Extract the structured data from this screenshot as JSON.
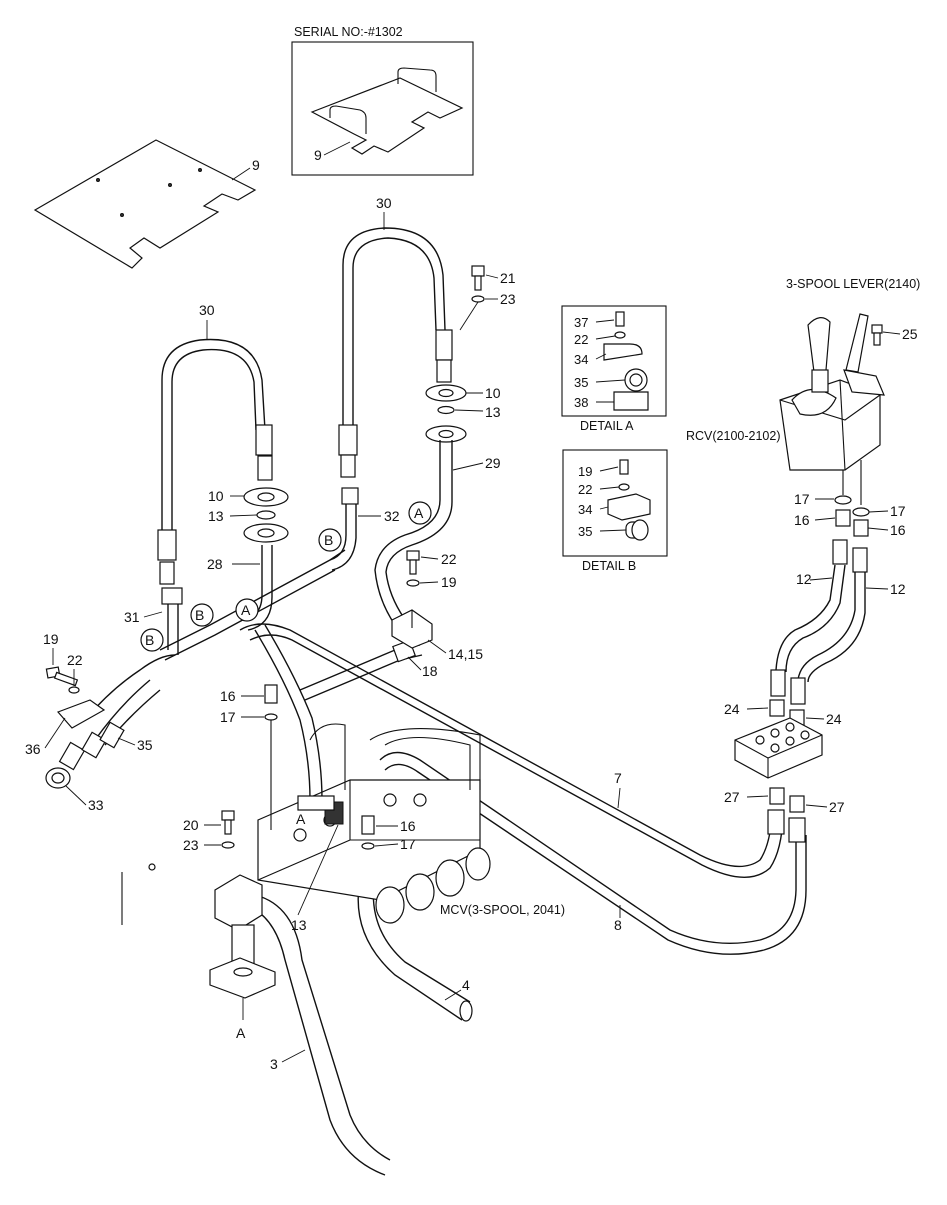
{
  "captions": {
    "serial": "SERIAL NO:-#1302",
    "lever": "3-SPOOL LEVER(2140)",
    "rcv": "RCV(2100-2102)",
    "mcv": "MCV(3-SPOOL, 2041)",
    "detail_a": "DETAIL A",
    "detail_b": "DETAIL B"
  },
  "detail_labels": {
    "a": [
      "37",
      "22",
      "34",
      "35",
      "38"
    ],
    "b": [
      "19",
      "22",
      "34",
      "35"
    ]
  },
  "view_markers": {
    "a": "A",
    "b": "B"
  },
  "parts": {
    "p3": "3",
    "p4": "4",
    "p7": "7",
    "p8": "8",
    "p9": "9",
    "p10": "10",
    "p12": "12",
    "p13": "13",
    "p1415": "14,15",
    "p16": "16",
    "p17": "17",
    "p18": "18",
    "p19": "19",
    "p20": "20",
    "p21": "21",
    "p22": "22",
    "p23": "23",
    "p24": "24",
    "p25": "25",
    "p27": "27",
    "p28": "28",
    "p29": "29",
    "p30": "30",
    "p31": "31",
    "p32": "32",
    "p33": "33",
    "p35": "35",
    "p36": "36"
  }
}
